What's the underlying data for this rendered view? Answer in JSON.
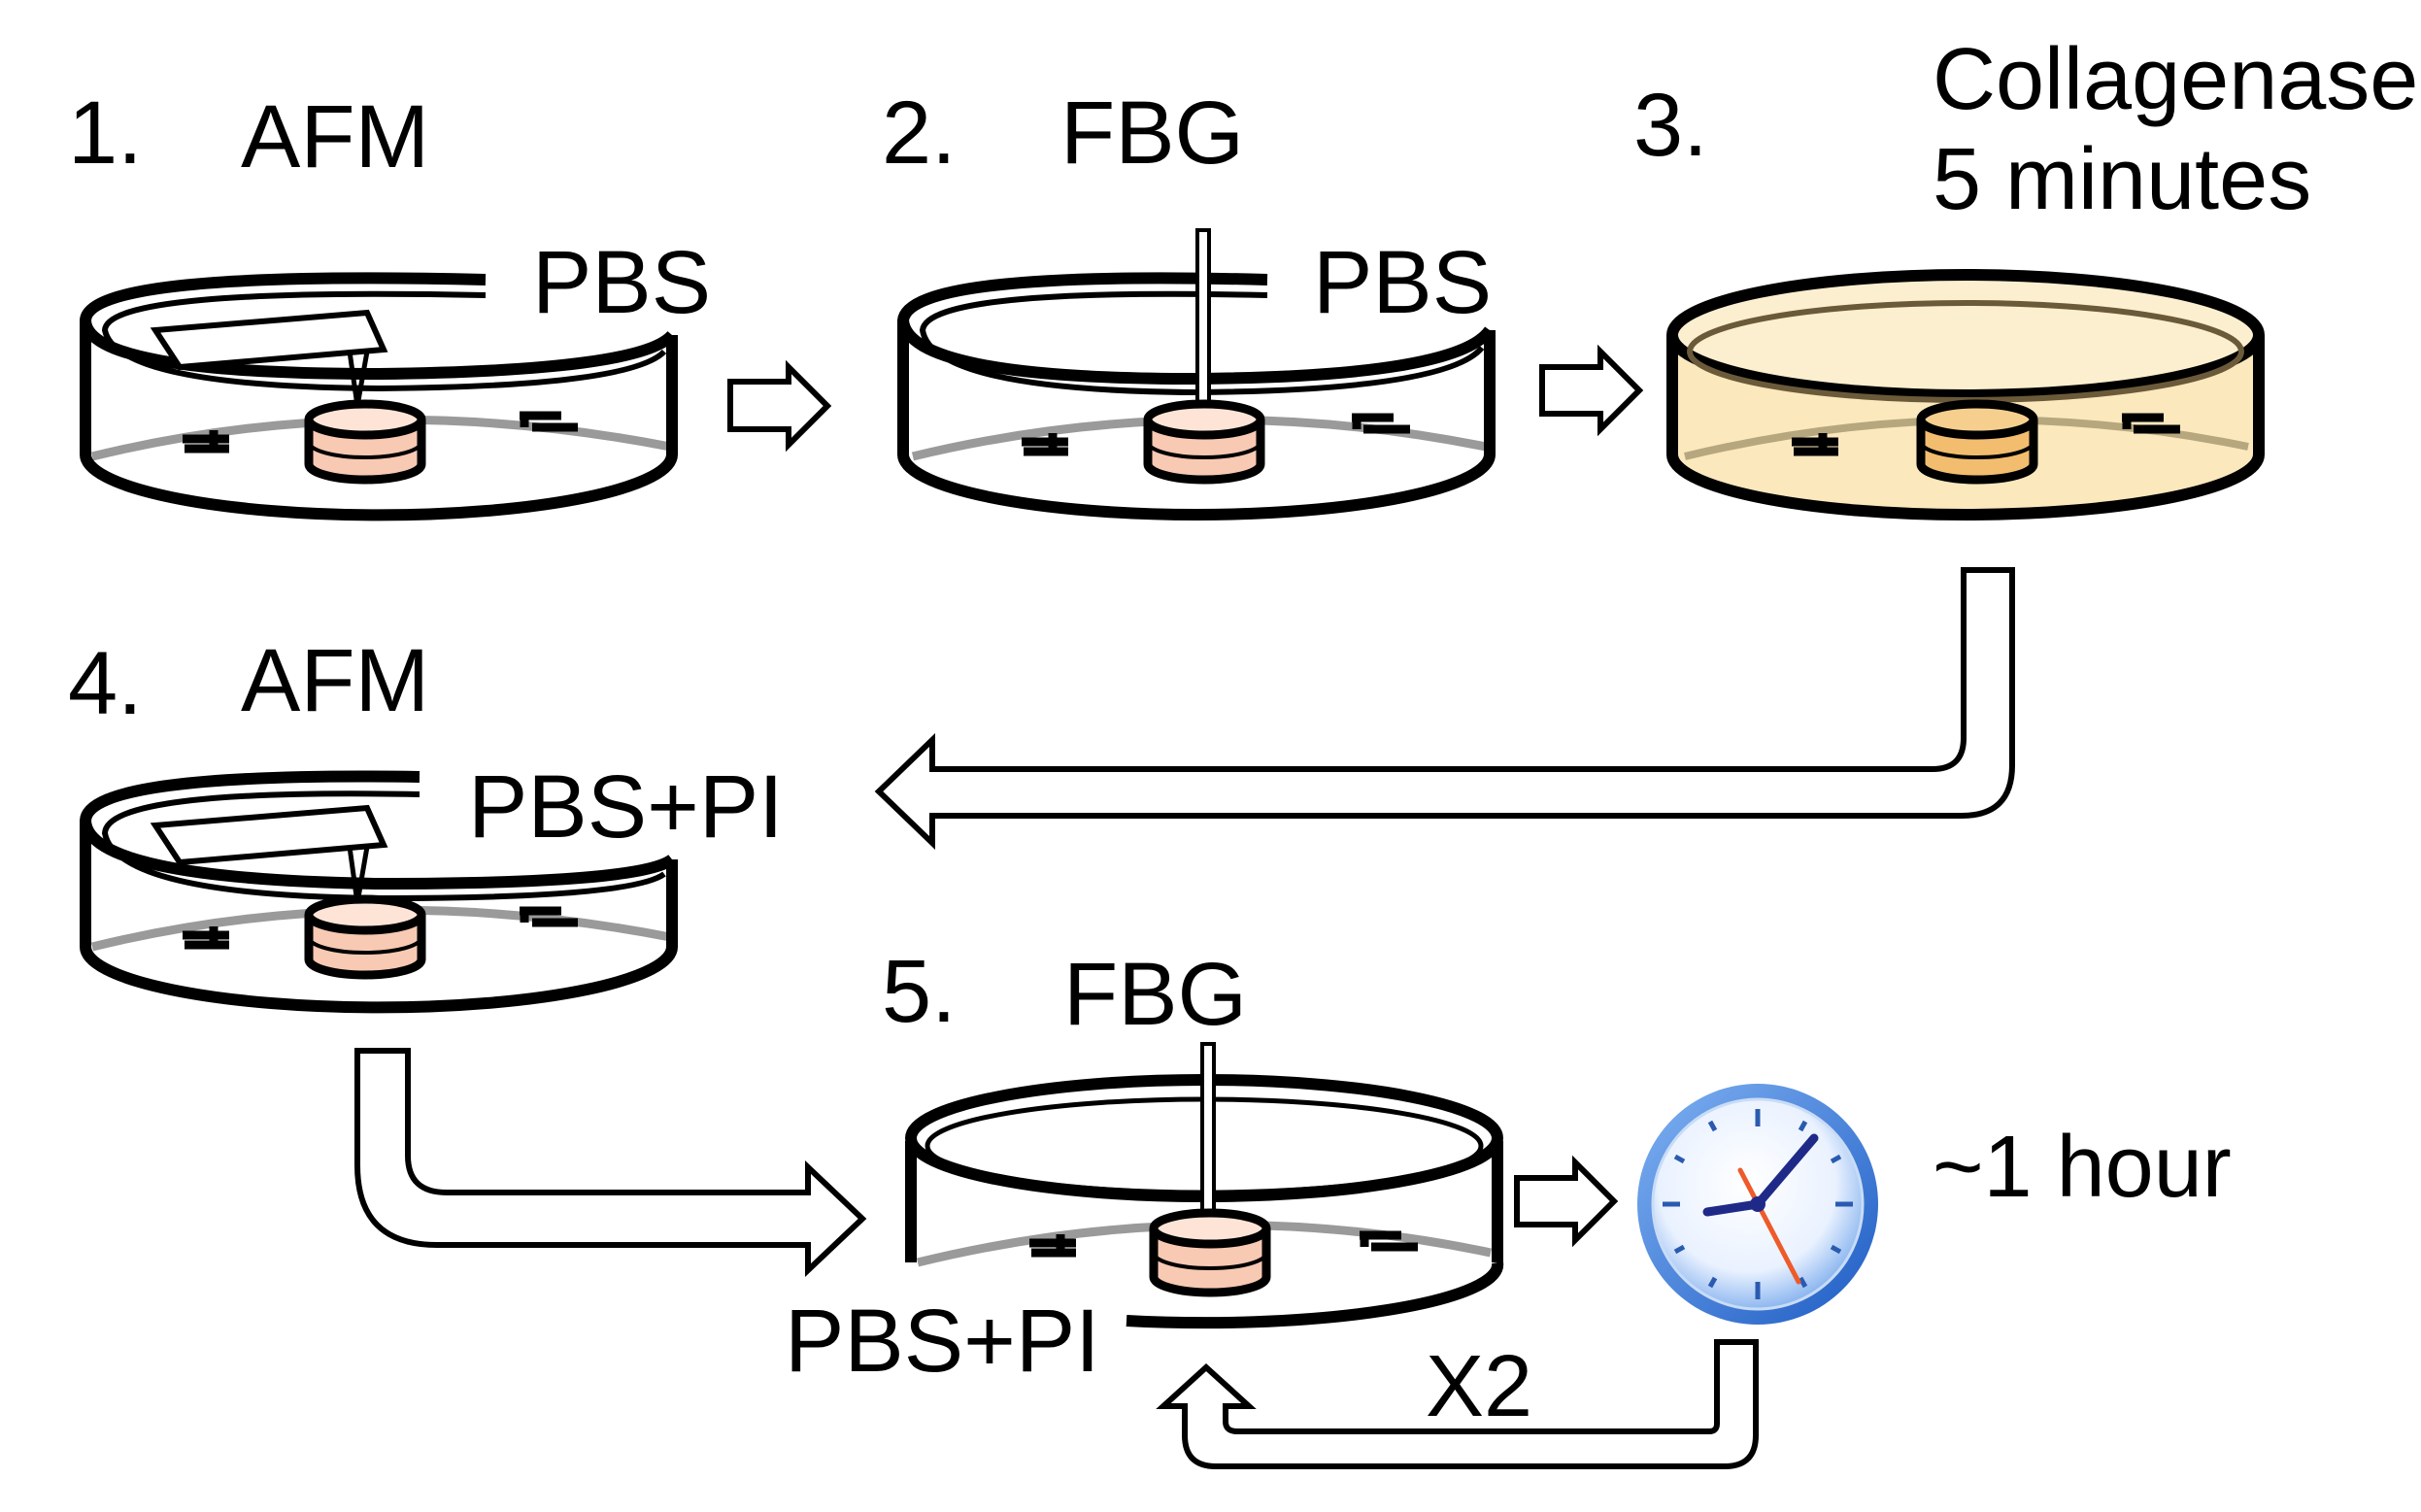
{
  "steps": [
    {
      "number": "1.",
      "label": "AFM",
      "solution": "PBS"
    },
    {
      "number": "2.",
      "label": "FBG",
      "solution": "PBS"
    },
    {
      "number": "3.",
      "label": "",
      "note_line1": "Collagenase",
      "note_line2": "5 minutes"
    },
    {
      "number": "4.",
      "label": "AFM",
      "solution": "PBS+PI"
    },
    {
      "number": "5.",
      "label": "FBG",
      "solution": "PBS+PI"
    }
  ],
  "clock_note": "~1 hour",
  "repeat_label": "X2",
  "colors": {
    "tissue": "#f8c9b3",
    "tissue_collagenase": "#f2bd6e",
    "collagenase_fill": "#fbe8bd",
    "clock_face": "#3b7ed8",
    "clock_hands": "#1f2a88",
    "clock_second": "#ee5a2a"
  },
  "icons": {
    "dish": "petri-dish",
    "cantilever": "afm-cantilever",
    "fiber": "fbg-fiber",
    "clock": "clock-icon",
    "arrow": "hollow-arrow"
  }
}
